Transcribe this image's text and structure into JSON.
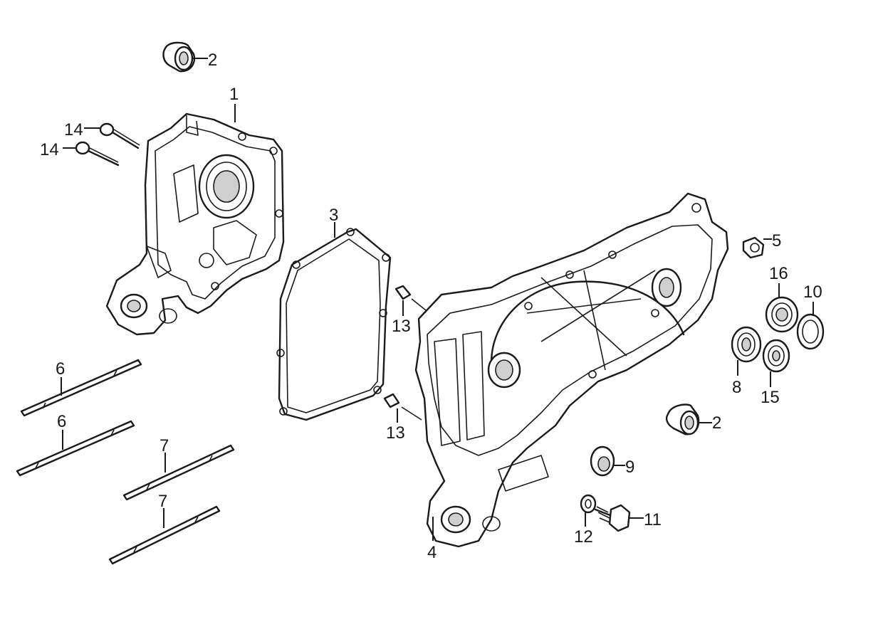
{
  "callouts": [
    {
      "id": "c1",
      "label": "1"
    },
    {
      "id": "c2a",
      "label": "2"
    },
    {
      "id": "c2b",
      "label": "2"
    },
    {
      "id": "c3",
      "label": "3"
    },
    {
      "id": "c4",
      "label": "4"
    },
    {
      "id": "c5",
      "label": "5"
    },
    {
      "id": "c6a",
      "label": "6"
    },
    {
      "id": "c6b",
      "label": "6"
    },
    {
      "id": "c7a",
      "label": "7"
    },
    {
      "id": "c7b",
      "label": "7"
    },
    {
      "id": "c8",
      "label": "8"
    },
    {
      "id": "c9",
      "label": "9"
    },
    {
      "id": "c10",
      "label": "10"
    },
    {
      "id": "c11",
      "label": "11"
    },
    {
      "id": "c12",
      "label": "12"
    },
    {
      "id": "c13a",
      "label": "13"
    },
    {
      "id": "c13b",
      "label": "13"
    },
    {
      "id": "c14a",
      "label": "14"
    },
    {
      "id": "c14b",
      "label": "14"
    },
    {
      "id": "c15",
      "label": "15"
    },
    {
      "id": "c16",
      "label": "16"
    }
  ],
  "colors": {
    "ink": "#1a1a1a",
    "background": "#ffffff"
  }
}
